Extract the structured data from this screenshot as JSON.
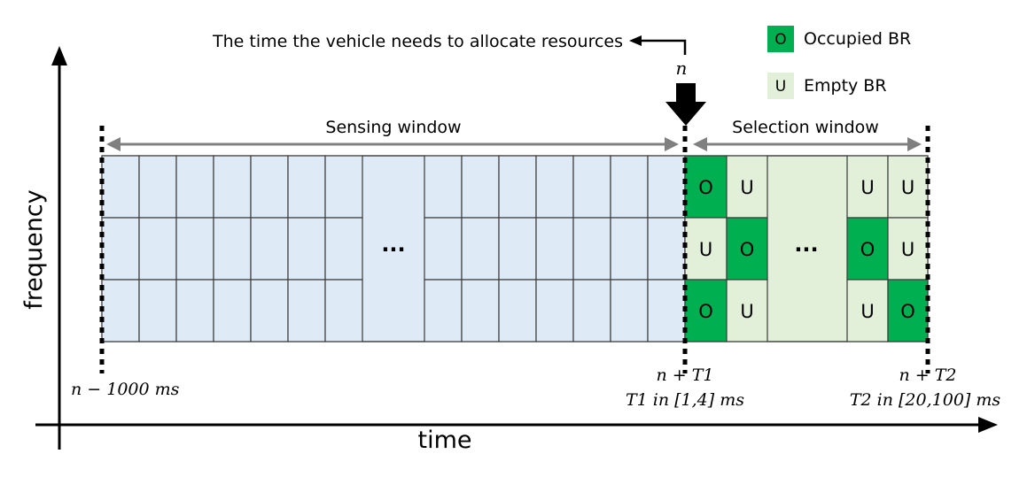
{
  "axes": {
    "x_label": "time",
    "y_label": "frequency"
  },
  "annotations": {
    "allocate_text": "The time the vehicle needs to allocate resources",
    "n_label": "n",
    "sensing_window": "Sensing window",
    "selection_window": "Selection window",
    "start_label": "n − 1000 ms",
    "t1_label_line1": "n + T1",
    "t1_label_line2": "T1 in [1,4] ms",
    "t2_label_line1": "n + T2",
    "t2_label_line2": "T2 in [20,100] ms",
    "ellipsis": "···"
  },
  "legend": {
    "occupied": {
      "symbol": "O",
      "label": "Occupied BR",
      "color": "#00b050"
    },
    "empty": {
      "symbol": "U",
      "label": "Empty BR",
      "color": "#e2f0d9"
    }
  },
  "colors": {
    "sensing_fill": "#deebf7",
    "occupied": "#00b050",
    "empty": "#e2f0d9",
    "grid_line": "#3a3a3a",
    "arrow_gray": "#808080"
  },
  "selection_grid": {
    "rows": [
      [
        "O",
        "U",
        "",
        "U",
        "U"
      ],
      [
        "U",
        "O",
        "",
        "O",
        "U"
      ],
      [
        "O",
        "U",
        "",
        "U",
        "O"
      ]
    ]
  }
}
